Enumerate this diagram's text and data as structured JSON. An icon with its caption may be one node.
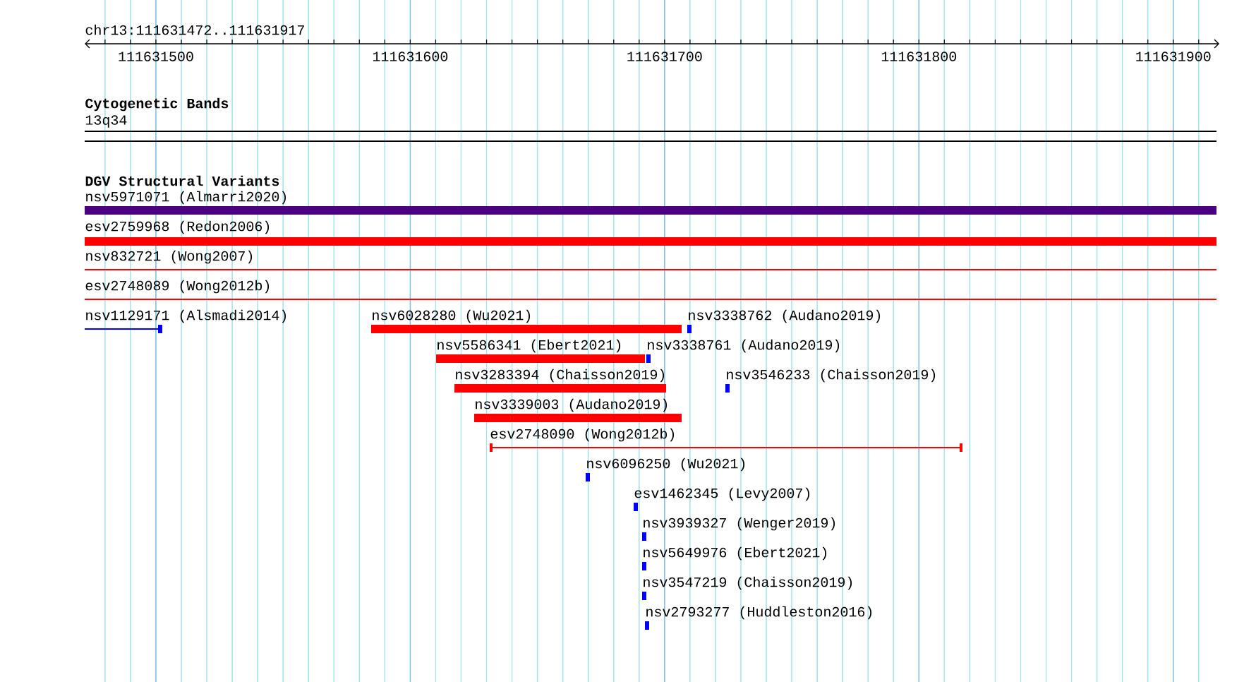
{
  "diagram": {
    "nodes": [
      {
        "text": [
          "13q34"
        ]
      },
      {
        "text": [
          "nsv5971071 (Almarri2020)"
        ]
      },
      {
        "text": [
          "esv2759968 (Redon2006)"
        ]
      },
      {
        "text": [
          "nsv832721 (Wong2007)"
        ]
      },
      {
        "text": [
          "esv2748089 (Wong2012b)"
        ]
      },
      {
        "text": [
          "nsv1129171 (Alsmadi2014)"
        ]
      },
      {
        "text": [
          "nsv6028280 (Wu2021)"
        ]
      },
      {
        "text": [
          "nsv3338762 (Audano2019)"
        ]
      },
      {
        "text": [
          "nsv5586341 (Ebert2021)"
        ]
      },
      {
        "text": [
          "nsv3338761 (Audano2019)"
        ]
      },
      {
        "text": [
          "nsv3283394 (Chaisson2019)"
        ]
      },
      {
        "text": [
          "nsv3546233 (Chaisson2019)"
        ]
      },
      {
        "text": [
          "nsv3339003 (Audano2019)"
        ]
      },
      {
        "text": [
          "esv2748090 (Wong2012b)"
        ]
      },
      {
        "text": [
          "nsv6096250 (Wu2021)"
        ]
      },
      {
        "text": [
          "esv1462345 (Levy2007)"
        ]
      },
      {
        "text": [
          "nsv3939327 (Wenger2019)"
        ]
      },
      {
        "text": [
          "nsv5649976 (Ebert2021)"
        ]
      },
      {
        "text": [
          "nsv3547219 (Chaisson2019)"
        ]
      },
      {
        "text": [
          "nsv2793277 (Huddleston2016)"
        ]
      }
    ],
    "labels": [
      "chr13:111631472..111631917",
      "111631500",
      "111631600",
      "111631700",
      "111631800",
      "111631900",
      "Cytogenetic Bands",
      "DGV Structural Variants"
    ]
  }
}
